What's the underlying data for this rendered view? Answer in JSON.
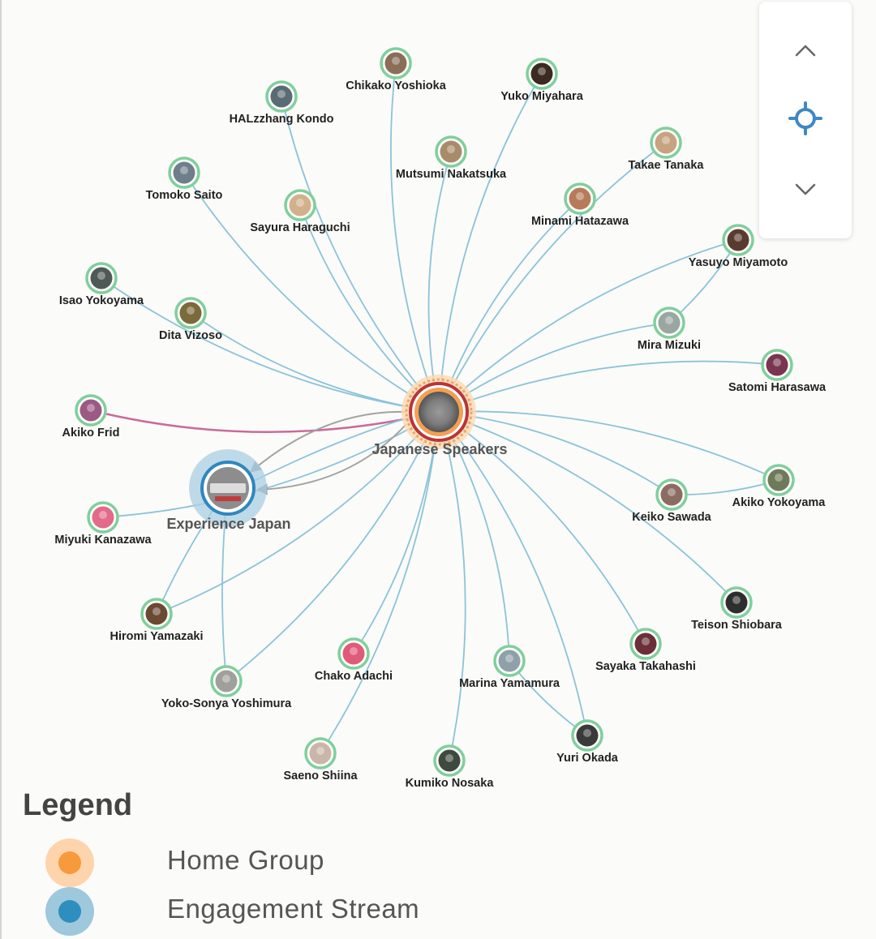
{
  "graph": {
    "hub": {
      "label": "Japanese Speakers"
    },
    "secondary_hub": {
      "label": "Experience Japan"
    },
    "members": [
      "Chikako Yoshioka",
      "Yuko Miyahara",
      "HALzzhang Kondo",
      "Mutsumi Nakatsuka",
      "Takae Tanaka",
      "Tomoko Saito",
      "Sayura Haraguchi",
      "Minami Hatazawa",
      "Yasuyo Miyamoto",
      "Isao Yokoyama",
      "Dita Vizoso",
      "Mira Mizuki",
      "Satomi Harasawa",
      "Akiko Frid",
      "Miyuki Kanazawa",
      "Keiko Sawada",
      "Akiko Yokoyama",
      "Hiromi Yamazaki",
      "Teison Shiobara",
      "Sayaka Takahashi",
      "Chako Adachi",
      "Marina Yamamura",
      "Yoko-Sonya Yoshimura",
      "Yuri Okada",
      "Saeno Shiina",
      "Kumiko Nosaka"
    ],
    "colors": {
      "edge": "#8cc3d9",
      "highlight_edge": "#c96b9a",
      "group_edge": "#a3a3a3",
      "node_ring": "#7fcf9c",
      "hub_ring": "#b8353a",
      "home_group": "#f4a255",
      "engagement": "#3a8fc4"
    }
  },
  "controls": {
    "up_icon": "chevron-up-icon",
    "center_icon": "crosshair-icon",
    "down_icon": "chevron-down-icon"
  },
  "legend": {
    "title": "Legend",
    "items": [
      {
        "label": "Home Group",
        "color": "#f79a3c",
        "halo": "#fdd4ac"
      },
      {
        "label": "Engagement Stream",
        "color": "#2e8fbf",
        "halo": "#9ec8dc"
      }
    ]
  }
}
